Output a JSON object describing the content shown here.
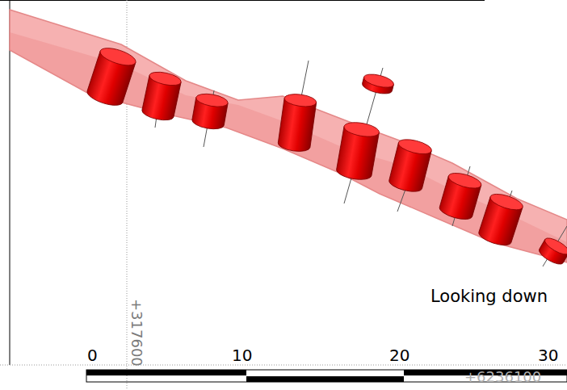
{
  "diagram": {
    "labels": [
      "0",
      "10",
      "20",
      "30",
      "Looking down",
      "+317600",
      "+6236100"
    ]
  }
}
